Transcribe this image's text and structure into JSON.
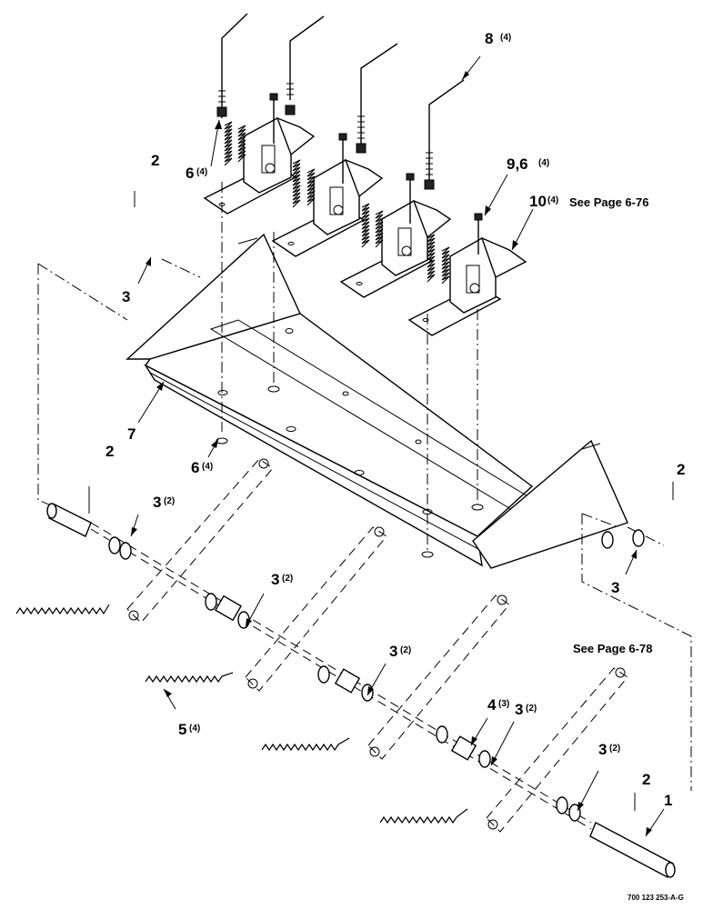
{
  "diagram": {
    "callouts": [
      {
        "id": "c8",
        "num": "8",
        "qty": "(4)"
      },
      {
        "id": "c6top",
        "num": "6",
        "qty": "(4)"
      },
      {
        "id": "c2a",
        "num": "2",
        "qty": ""
      },
      {
        "id": "c96",
        "num": "9,6",
        "qty": "(4)"
      },
      {
        "id": "c10",
        "num": "10",
        "qty": "(4)",
        "note": "See Page 6-76"
      },
      {
        "id": "c3a",
        "num": "3",
        "qty": ""
      },
      {
        "id": "c7",
        "num": "7",
        "qty": ""
      },
      {
        "id": "c6mid",
        "num": "6",
        "qty": "(4)"
      },
      {
        "id": "c2b",
        "num": "2",
        "qty": ""
      },
      {
        "id": "c3b",
        "num": "3",
        "qty": "(2)"
      },
      {
        "id": "c2c",
        "num": "2",
        "qty": ""
      },
      {
        "id": "c3c",
        "num": "3",
        "qty": ""
      },
      {
        "id": "c3d",
        "num": "3",
        "qty": "(2)"
      },
      {
        "id": "c3e",
        "num": "3",
        "qty": "(2)"
      },
      {
        "id": "c5",
        "num": "5",
        "qty": "(4)"
      },
      {
        "id": "c4",
        "num": "4",
        "qty": "(3)"
      },
      {
        "id": "c3f",
        "num": "3",
        "qty": "(2)"
      },
      {
        "id": "c3g",
        "num": "3",
        "qty": "(2)"
      },
      {
        "id": "c2d",
        "num": "2",
        "qty": ""
      },
      {
        "id": "c1",
        "num": "1",
        "qty": ""
      }
    ],
    "see_page_78": "See Page 6-78",
    "drawing_number": "700 123 253-A-G"
  }
}
